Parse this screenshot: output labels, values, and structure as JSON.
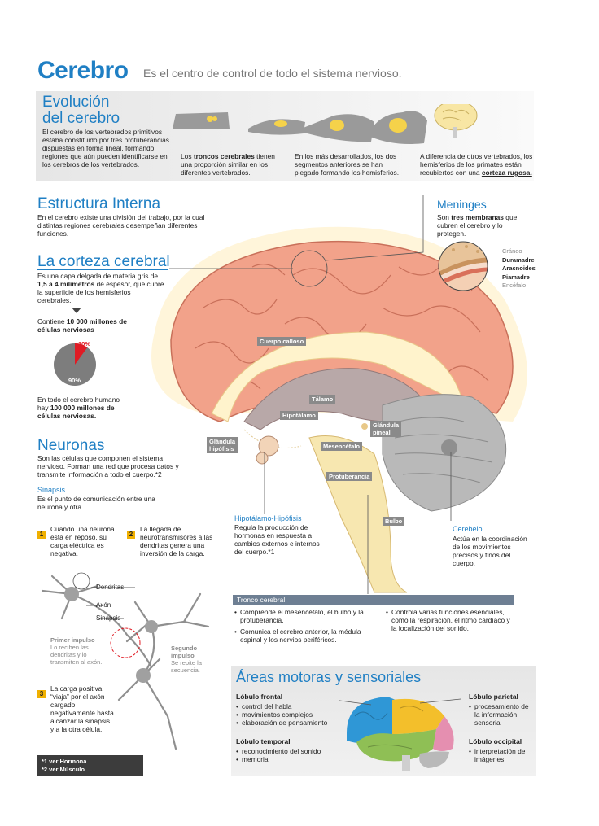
{
  "header": {
    "title": "Cerebro",
    "subtitle": "Es el centro de control de todo el sistema nervioso."
  },
  "evolucion": {
    "heading_1": "Evolución",
    "heading_2": "del cerebro",
    "text": "El cerebro de los vertebrados primitivos estaba constituido por tres protuberancias dispuestas en forma lineal, formando regiones que aún pueden identificarse en los cerebros de los vertebrados.",
    "step2_a": "Los ",
    "step2_b": "troncos cerebrales",
    "step2_c": " tienen una proporción similar en los diferentes vertebrados.",
    "step3": "En los más desarrollados, los dos segmentos anteriores se han plegado formando los hemisferios.",
    "step4_a": "A diferencia de otros vertebrados, los hemisferios de los primates están recubiertos con una ",
    "step4_b": "corteza rugosa."
  },
  "estructura": {
    "heading": "Estructura Interna",
    "text": "En el cerebro existe una división del trabajo, por la cual distintas regiones cerebrales desempeñan diferentes funciones."
  },
  "corteza": {
    "heading": "La corteza cerebral",
    "text_a": "Es una capa delgada de materia gris de ",
    "text_b": "1,5 a 4 milímetros",
    "text_c": " de espesor, que cubre la superficie de los hemisferios cerebrales.",
    "contains_a": "Contiene ",
    "contains_b": "10 000 millones de células nerviosas",
    "pie_small": "10%",
    "pie_large": "90%",
    "pie_fraction": 0.1,
    "total_a": "En todo el cerebro humano hay ",
    "total_b": "100 000 millones de células nerviosas."
  },
  "neuronas": {
    "heading": "Neuronas",
    "text": "Son las células que componen el sistema nervioso. Forman una red que procesa datos y transmite información a todo el cuerpo.*2",
    "sinapsis_title": "Sinapsis",
    "sinapsis_text": "Es el punto de comunicación entre una neurona y otra.",
    "step1_num": "1",
    "step1": "Cuando una neurona está en reposo, su carga eléctrica es negativa.",
    "step2_num": "2",
    "step2": "La llegada de neurotransmisores a las dendritas genera una inversión de la carga.",
    "step3_num": "3",
    "step3": "La carga positiva “viaja” por el axón cargado negativamente hasta alcanzar la sinapsis y a la otra célula.",
    "dendritas": "Dendritas",
    "axon": "Axón",
    "sinapsis_lbl": "Sinapsis",
    "primer_title": "Primer impulso",
    "primer_text": "Lo reciben las dendritas y lo transmiten al axón.",
    "segundo_title": "Segundo impulso",
    "segundo_text": "Se repite la secuencia."
  },
  "refs": {
    "r1": "*1  ver Hormona",
    "r2": "*2  ver Músculo"
  },
  "meninges": {
    "heading": "Meninges",
    "text_a": "Son ",
    "text_b": "tres membranas",
    "text_c": " que cubren el cerebro y lo protegen.",
    "craneo": "Cráneo",
    "duramadre": "Duramadre",
    "aracnoides": "Aracnoides",
    "piamadre": "Piamadre",
    "encefalo": "Encéfalo"
  },
  "brain_labels": {
    "cuerpo_calloso": "Cuerpo calloso",
    "talamo": "Tálamo",
    "hipotalamo": "Hipotálamo",
    "glandula_pineal_1": "Glándula",
    "glandula_pineal_2": "pineal",
    "glandula_hipofisis_1": "Glándula",
    "glandula_hipofisis_2": "hipófisis",
    "mesencefalo": "Mesencéfalo",
    "protuberancia": "Protuberancia",
    "bulbo": "Bulbo"
  },
  "hipotalamo_hipofisis": {
    "title": "Hipotálamo-Hipófisis",
    "text": "Regula la producción de hormonas en respuesta a cambios externos e internos del cuerpo.*1"
  },
  "cerebelo": {
    "title": "Cerebelo",
    "text": "Actúa en la coordinación de los movimientos precisos y finos del cuerpo."
  },
  "tronco": {
    "heading": "Tronco cerebral",
    "left": [
      "Comprende el mesencéfalo, el bulbo y la protuberancia.",
      "Comunica el cerebro anterior, la médula espinal y los nervios periféricos."
    ],
    "right": [
      "Controla varias funciones esenciales, como la respiración, el ritmo cardíaco y la localización del sonido."
    ]
  },
  "areas": {
    "heading": "Áreas motoras y sensoriales",
    "frontal_title": "Lóbulo frontal",
    "frontal": [
      "control del habla",
      "movimientos complejos",
      "elaboración de pensamiento"
    ],
    "temporal_title": "Lóbulo temporal",
    "temporal": [
      "reconocimiento del sonido",
      "memoria"
    ],
    "parietal_title": "Lóbulo parietal",
    "parietal": [
      "procesamiento de la información sensorial"
    ],
    "occipital_title": "Lóbulo occipital",
    "occipital": [
      "interpretación de imágenes"
    ]
  },
  "colors": {
    "accent": "#1f7fc4",
    "cortex": "#f2a28a",
    "frontal": "#2f97d6",
    "parietal": "#f3bf2b",
    "temporal": "#8fbf55",
    "occipital": "#e58fb0",
    "cerebellum": "#b9b9b9"
  }
}
